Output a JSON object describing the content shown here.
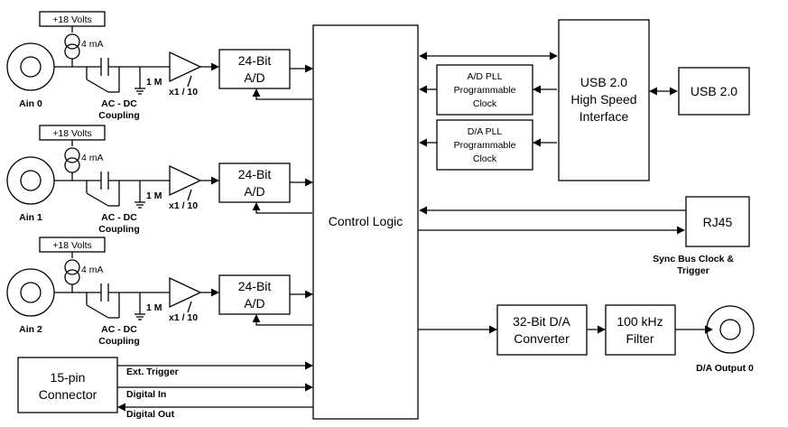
{
  "channels": [
    {
      "volts": "+18 Volts",
      "current": "4 mA",
      "resistor": "1 M",
      "gain": "x1 / 10",
      "adc": [
        "24-Bit",
        "A/D"
      ],
      "coupling": [
        "AC - DC",
        "Coupling"
      ],
      "input": "Ain 0"
    },
    {
      "volts": "+18 Volts",
      "current": "4 mA",
      "resistor": "1 M",
      "gain": "x1 / 10",
      "adc": [
        "24-Bit",
        "A/D"
      ],
      "coupling": [
        "AC - DC",
        "Coupling"
      ],
      "input": "Ain 1"
    },
    {
      "volts": "+18 Volts",
      "current": "4 mA",
      "resistor": "1 M",
      "gain": "x1 / 10",
      "adc": [
        "24-Bit",
        "A/D"
      ],
      "coupling": [
        "AC - DC",
        "Coupling"
      ],
      "input": "Ain 2"
    }
  ],
  "control_logic": "Control Logic",
  "usb_interface": [
    "USB 2.0",
    "High Speed",
    "Interface"
  ],
  "usb_port": "USB 2.0",
  "ad_pll": [
    "A/D PLL",
    "Programmable",
    "Clock"
  ],
  "da_pll": [
    "D/A PLL",
    "Programmable",
    "Clock"
  ],
  "rj45": "RJ45",
  "sync_bus": [
    "Sync Bus Clock &",
    "Trigger"
  ],
  "dac": [
    "32-Bit D/A",
    "Converter"
  ],
  "filter": [
    "100 kHz",
    "Filter"
  ],
  "da_output": "D/A Output 0",
  "connector": [
    "15-pin",
    "Connector"
  ],
  "signals": {
    "ext_trigger": "Ext. Trigger",
    "digital_in": "Digital In",
    "digital_out": "Digital Out"
  }
}
